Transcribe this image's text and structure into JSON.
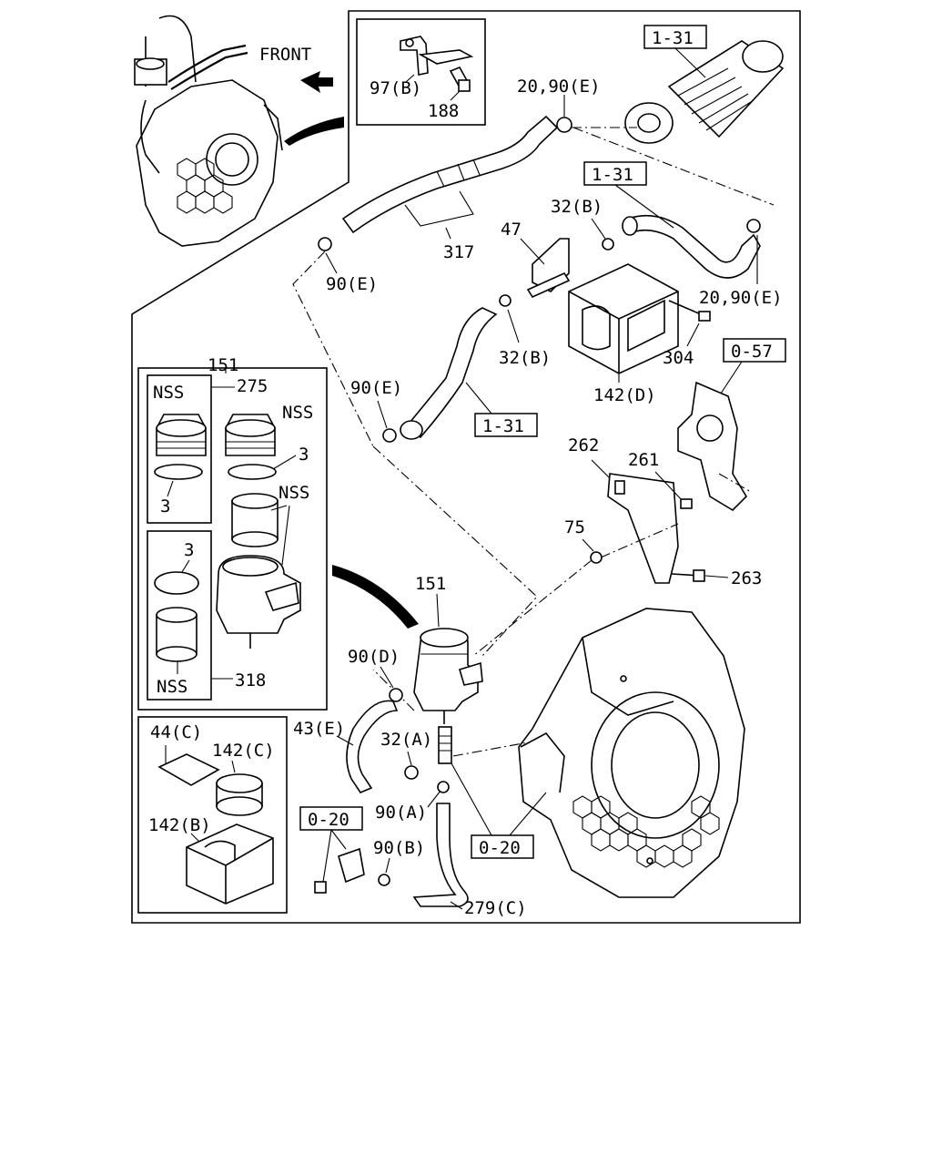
{
  "diagram": {
    "front_label": "FRONT",
    "labels": {
      "p97b": "97(B)",
      "p188": "188",
      "p131_top": "1-31",
      "p20_90e_top": "20,90(E)",
      "p131_mid": "1-31",
      "p32b_top": "32(B)",
      "p47": "47",
      "p317": "317",
      "p90e_left": "90(E)",
      "p20_90e_right": "20,90(E)",
      "p32b_mid": "32(B)",
      "p304": "304",
      "p151_top": "151",
      "p275": "275",
      "pnss_1": "NSS",
      "pnss_2": "NSS",
      "p3_right": "3",
      "p3_left": "3",
      "pnss_3": "NSS",
      "p3_lower": "3",
      "pnss_4": "NSS",
      "p318": "318",
      "p90e_mid": "90(E)",
      "p131_low": "1-31",
      "p142d": "142(D)",
      "p057": "0-57",
      "p262": "262",
      "p261": "261",
      "p75": "75",
      "p263": "263",
      "p151_mid": "151",
      "p90d": "90(D)",
      "p43e": "43(E)",
      "p32a": "32(A)",
      "p44c": "44(C)",
      "p142c": "142(C)",
      "p142b": "142(B)",
      "p020_left": "0-20",
      "p90a": "90(A)",
      "p90b": "90(B)",
      "p020_right": "0-20",
      "p279c": "279(C)"
    }
  }
}
